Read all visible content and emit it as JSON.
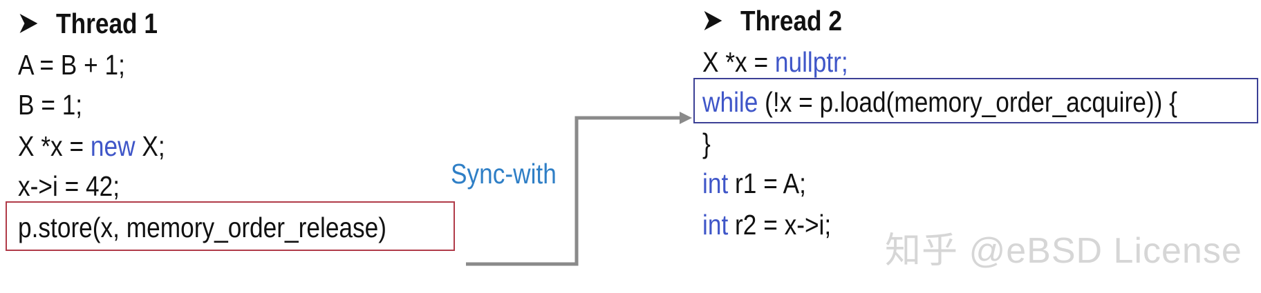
{
  "thread1": {
    "title": "Thread 1",
    "lines": [
      {
        "segments": [
          {
            "text": "A = B + 1;",
            "kw": false
          }
        ]
      },
      {
        "segments": [
          {
            "text": "B = 1;",
            "kw": false
          }
        ]
      },
      {
        "segments": [
          {
            "text": "X *x = ",
            "kw": false
          },
          {
            "text": "new",
            "kw": true
          },
          {
            "text": " X;",
            "kw": false
          }
        ]
      },
      {
        "segments": [
          {
            "text": "x->i = 42;",
            "kw": false
          }
        ]
      },
      {
        "segments": [
          {
            "text": "p.store(x, memory_order_release)",
            "kw": false
          }
        ]
      }
    ]
  },
  "thread2": {
    "title": "Thread 2",
    "lines": [
      {
        "segments": [
          {
            "text": "X *x = ",
            "kw": false
          },
          {
            "text": "nullptr;",
            "kw": true
          }
        ]
      },
      {
        "segments": [
          {
            "text": "while",
            "kw": true
          },
          {
            "text": " (!x = p.load(memory_order_acquire)) {",
            "kw": false
          }
        ]
      },
      {
        "segments": [
          {
            "text": "}",
            "kw": false
          }
        ]
      },
      {
        "segments": [
          {
            "text": "int",
            "kw": true
          },
          {
            "text": " r1 = A;",
            "kw": false
          }
        ]
      },
      {
        "segments": [
          {
            "text": "int",
            "kw": true
          },
          {
            "text": " r2 = x->i;",
            "kw": false
          }
        ]
      }
    ]
  },
  "connector": {
    "label": "Sync-with"
  },
  "watermark": {
    "text": "知乎 @eBSD License"
  },
  "colors": {
    "keyword": "#3f56c8",
    "release_box": "#b03a48",
    "acquire_box": "#3b3f95",
    "arrow": "#8a8a8a",
    "label": "#2f7fc6",
    "watermark": "#d6d6d6"
  }
}
